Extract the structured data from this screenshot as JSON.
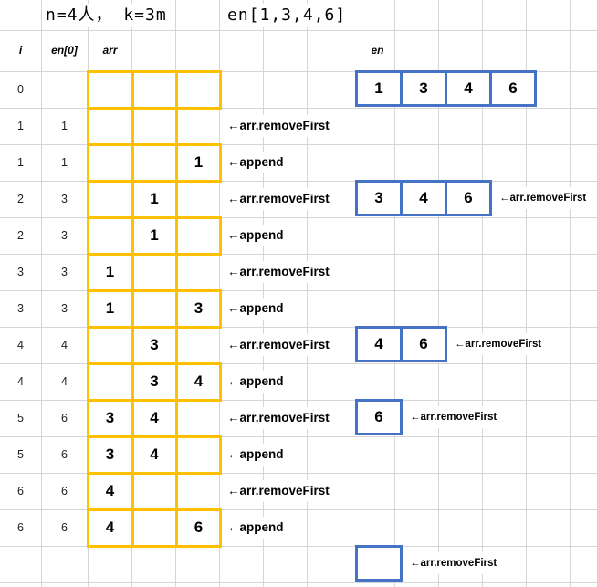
{
  "title": {
    "params": "n=4人， k=3m",
    "array": "en[1,3,4,6]"
  },
  "headers": {
    "i": "i",
    "en0": "en[0]",
    "arr": "arr",
    "en": "en"
  },
  "colors": {
    "arr_box": "#FFC000",
    "en_box": "#4472C4",
    "gridline": "#D6D6D6"
  },
  "rows": [
    {
      "i": "0",
      "en0": "",
      "arr": [
        "",
        "",
        ""
      ],
      "note": "",
      "right": {
        "cells": [
          "1",
          "3",
          "4",
          "6"
        ],
        "note": ""
      }
    },
    {
      "i": "1",
      "en0": "1",
      "arr": [
        "",
        "",
        ""
      ],
      "note": "←arr.removeFirst"
    },
    {
      "i": "1",
      "en0": "1",
      "arr": [
        "",
        "",
        "1"
      ],
      "note": "←append"
    },
    {
      "i": "2",
      "en0": "3",
      "arr": [
        "",
        "1",
        ""
      ],
      "note": "←arr.removeFirst",
      "right": {
        "cells": [
          "3",
          "4",
          "6"
        ],
        "note": "←arr.removeFirst"
      }
    },
    {
      "i": "2",
      "en0": "3",
      "arr": [
        "",
        "1",
        ""
      ],
      "note": "←append"
    },
    {
      "i": "3",
      "en0": "3",
      "arr": [
        "1",
        "",
        ""
      ],
      "note": "←arr.removeFirst"
    },
    {
      "i": "3",
      "en0": "3",
      "arr": [
        "1",
        "",
        "3"
      ],
      "note": "←append"
    },
    {
      "i": "4",
      "en0": "4",
      "arr": [
        "",
        "3",
        ""
      ],
      "note": "←arr.removeFirst",
      "right": {
        "cells": [
          "4",
          "6"
        ],
        "note": "←arr.removeFirst"
      }
    },
    {
      "i": "4",
      "en0": "4",
      "arr": [
        "",
        "3",
        "4"
      ],
      "note": "←append"
    },
    {
      "i": "5",
      "en0": "6",
      "arr": [
        "3",
        "4",
        ""
      ],
      "note": "←arr.removeFirst",
      "right": {
        "cells": [
          "6"
        ],
        "note": "←arr.removeFirst"
      }
    },
    {
      "i": "5",
      "en0": "6",
      "arr": [
        "3",
        "4",
        ""
      ],
      "note": "←append"
    },
    {
      "i": "6",
      "en0": "6",
      "arr": [
        "4",
        "",
        ""
      ],
      "note": "←arr.removeFirst"
    },
    {
      "i": "6",
      "en0": "6",
      "arr": [
        "4",
        "",
        "6"
      ],
      "note": "←append"
    },
    {
      "i": "",
      "en0": "",
      "arr": [
        "",
        "",
        ""
      ],
      "note": "",
      "right": {
        "cells": [
          ""
        ],
        "note": "←arr.removeFirst"
      }
    }
  ]
}
